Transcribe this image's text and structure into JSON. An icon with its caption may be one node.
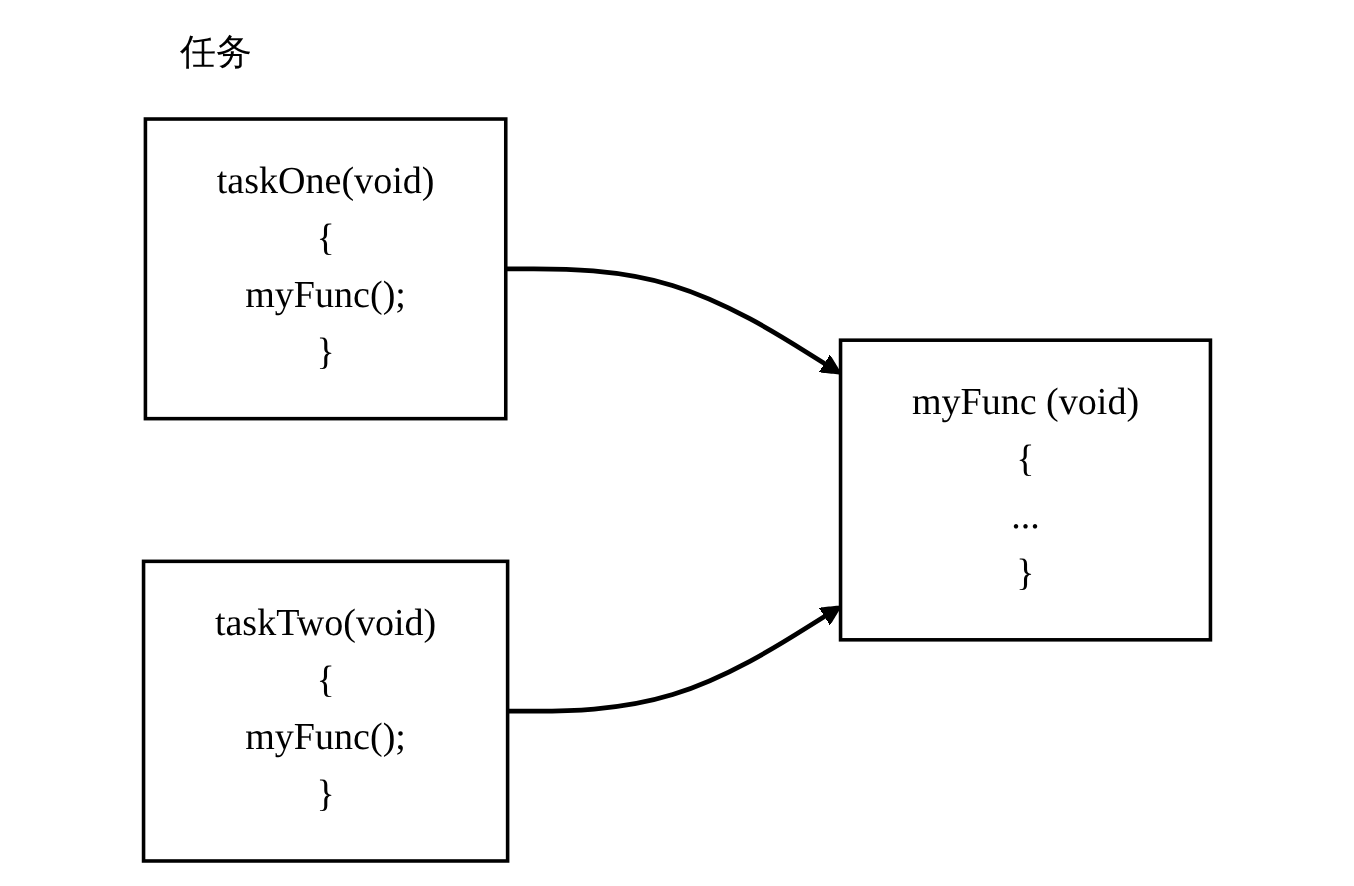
{
  "diagram": {
    "title": "任务",
    "nodes": [
      {
        "text": [
          "taskOne(void)",
          "{",
          "myFunc();",
          "}"
        ]
      },
      {
        "text": [
          "taskTwo(void)",
          "{",
          "myFunc();",
          "}"
        ]
      },
      {
        "text": [
          "myFunc (void)",
          "{",
          "...",
          "}"
        ]
      }
    ],
    "edges": [
      {
        "from": 0,
        "to": 2,
        "arrow": "to"
      },
      {
        "from": 1,
        "to": 2,
        "arrow": "to"
      }
    ]
  }
}
